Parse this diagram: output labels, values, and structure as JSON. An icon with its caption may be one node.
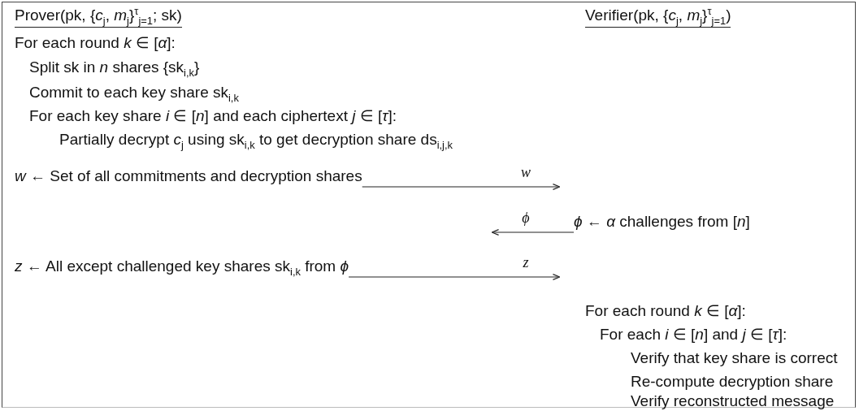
{
  "diagram": {
    "nodes": [
      {
        "text": [
          "*w* ← Set of all commitments and decryption shares"
        ]
      },
      {
        "text": [
          "*ϕ* ← *α* challenges from [*n*]"
        ]
      },
      {
        "text": [
          "*z* ← All except challenged key shares sk$_{i,k}$ from *ϕ*"
        ]
      }
    ],
    "edges": [
      {
        "from": 0,
        "to": null,
        "arrow": "to",
        "label": "w"
      },
      {
        "from": 1,
        "to": null,
        "arrow": "to",
        "label": "ϕ"
      },
      {
        "from": 2,
        "to": null,
        "arrow": "to",
        "label": "z"
      }
    ],
    "labels": [
      "Prover(pk, {*c*$_{j}$, *m*$_{j}$}$^{τ}$$_{j=1}$; sk)",
      "Verifier(pk, {*c*$_{j}$, *m*$_{j}$}$^{τ}$$_{j=1}$)",
      "For each round *k* ∈ [*α*]:",
      "Split sk in *n* shares {sk$_{i,k}$}",
      "Commit to each key share sk$_{i,k}$",
      "For each key share *i* ∈ [*n*] and each ciphertext *j* ∈ [*τ*]:",
      "Partially decrypt *c*$_{j}$ using sk$_{i,k}$ to get decryption share ds$_{i,j,k}$",
      "For each round *k* ∈ [*α*]:",
      "For each *i* ∈ [*n*] and *j* ∈ [*τ*]:",
      "Verify that key share is correct",
      "Re-compute decryption share",
      "Verify reconstructed message"
    ]
  }
}
